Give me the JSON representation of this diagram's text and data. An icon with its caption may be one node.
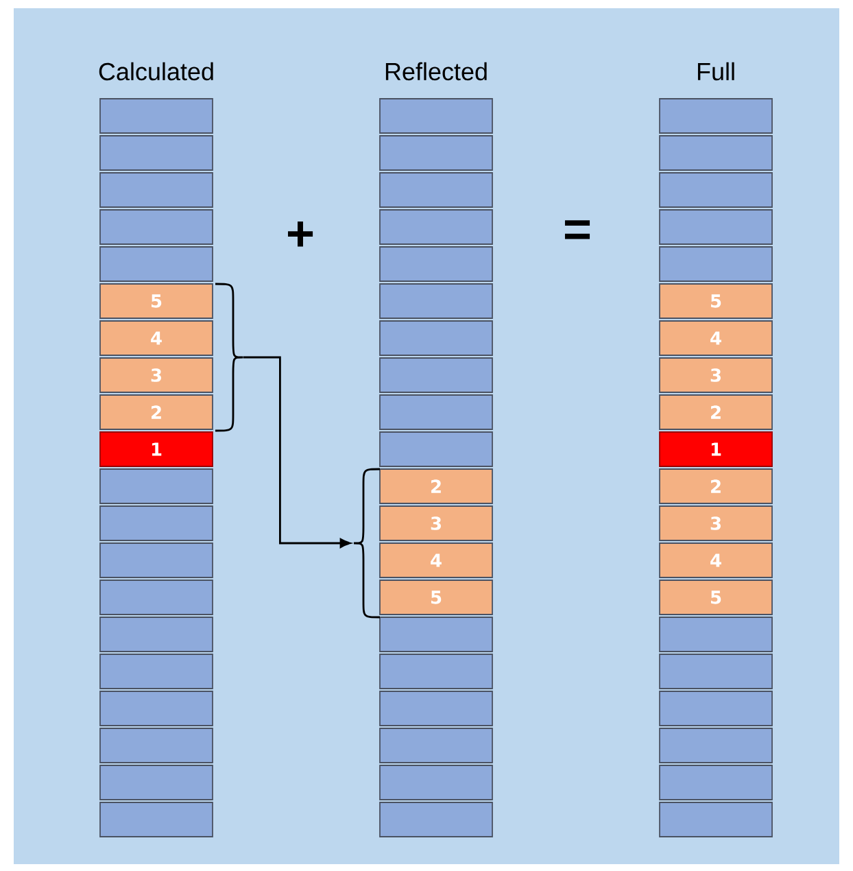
{
  "diagram": {
    "nodes": [
      {
        "text": [],
        "shape": "box"
      },
      {
        "text": [],
        "shape": "box"
      },
      {
        "text": [],
        "shape": "box"
      },
      {
        "text": [],
        "shape": "box"
      },
      {
        "text": [],
        "shape": "box"
      },
      {
        "text": [
          "5"
        ]
      },
      {
        "text": [
          "4"
        ]
      },
      {
        "text": [
          "3"
        ]
      },
      {
        "text": [
          "2"
        ]
      },
      {
        "text": [
          "1"
        ]
      },
      {
        "text": [],
        "shape": "box"
      },
      {
        "text": [],
        "shape": "box"
      },
      {
        "text": [],
        "shape": "box"
      },
      {
        "text": [],
        "shape": "box"
      },
      {
        "text": [],
        "shape": "box"
      },
      {
        "text": [],
        "shape": "box"
      },
      {
        "text": [],
        "shape": "box"
      },
      {
        "text": [],
        "shape": "box"
      },
      {
        "text": [],
        "shape": "box"
      },
      {
        "text": [],
        "shape": "box"
      },
      {
        "text": [],
        "shape": "box"
      },
      {
        "text": [],
        "shape": "box"
      },
      {
        "text": [],
        "shape": "box"
      },
      {
        "text": [],
        "shape": "box"
      },
      {
        "text": [],
        "shape": "box"
      },
      {
        "text": [],
        "shape": "box"
      },
      {
        "text": [],
        "shape": "box"
      },
      {
        "text": [],
        "shape": "box"
      },
      {
        "text": [],
        "shape": "box"
      },
      {
        "text": [],
        "shape": "box"
      },
      {
        "text": [
          "2"
        ]
      },
      {
        "text": [
          "3"
        ]
      },
      {
        "text": [
          "4"
        ]
      },
      {
        "text": [
          "5"
        ]
      },
      {
        "text": [],
        "shape": "box"
      },
      {
        "text": [],
        "shape": "box"
      },
      {
        "text": [],
        "shape": "box"
      },
      {
        "text": [],
        "shape": "box"
      },
      {
        "text": [],
        "shape": "box"
      },
      {
        "text": [],
        "shape": "box"
      },
      {
        "text": [],
        "shape": "box"
      },
      {
        "text": [],
        "shape": "box"
      },
      {
        "text": [],
        "shape": "box"
      },
      {
        "text": [],
        "shape": "box"
      },
      {
        "text": [],
        "shape": "box"
      },
      {
        "text": [
          "5"
        ]
      },
      {
        "text": [
          "4"
        ]
      },
      {
        "text": [
          "3"
        ]
      },
      {
        "text": [
          "2"
        ]
      },
      {
        "text": [
          "1"
        ]
      },
      {
        "text": [
          "2"
        ]
      },
      {
        "text": [
          "3"
        ]
      },
      {
        "text": [
          "4"
        ]
      },
      {
        "text": [
          "5"
        ]
      },
      {
        "text": [],
        "shape": "box"
      },
      {
        "text": [],
        "shape": "box"
      },
      {
        "text": [],
        "shape": "box"
      },
      {
        "text": [],
        "shape": "box"
      },
      {
        "text": [],
        "shape": "box"
      },
      {
        "text": [],
        "shape": "box"
      },
      {
        "text": [],
        "shape": "brace"
      },
      {
        "text": [],
        "shape": "brace"
      }
    ],
    "edges": [
      {
        "from": 60,
        "to": 61,
        "arrow": "to"
      }
    ],
    "labels": [
      "Calculated",
      "Reflected",
      "Full",
      "+",
      "="
    ]
  }
}
